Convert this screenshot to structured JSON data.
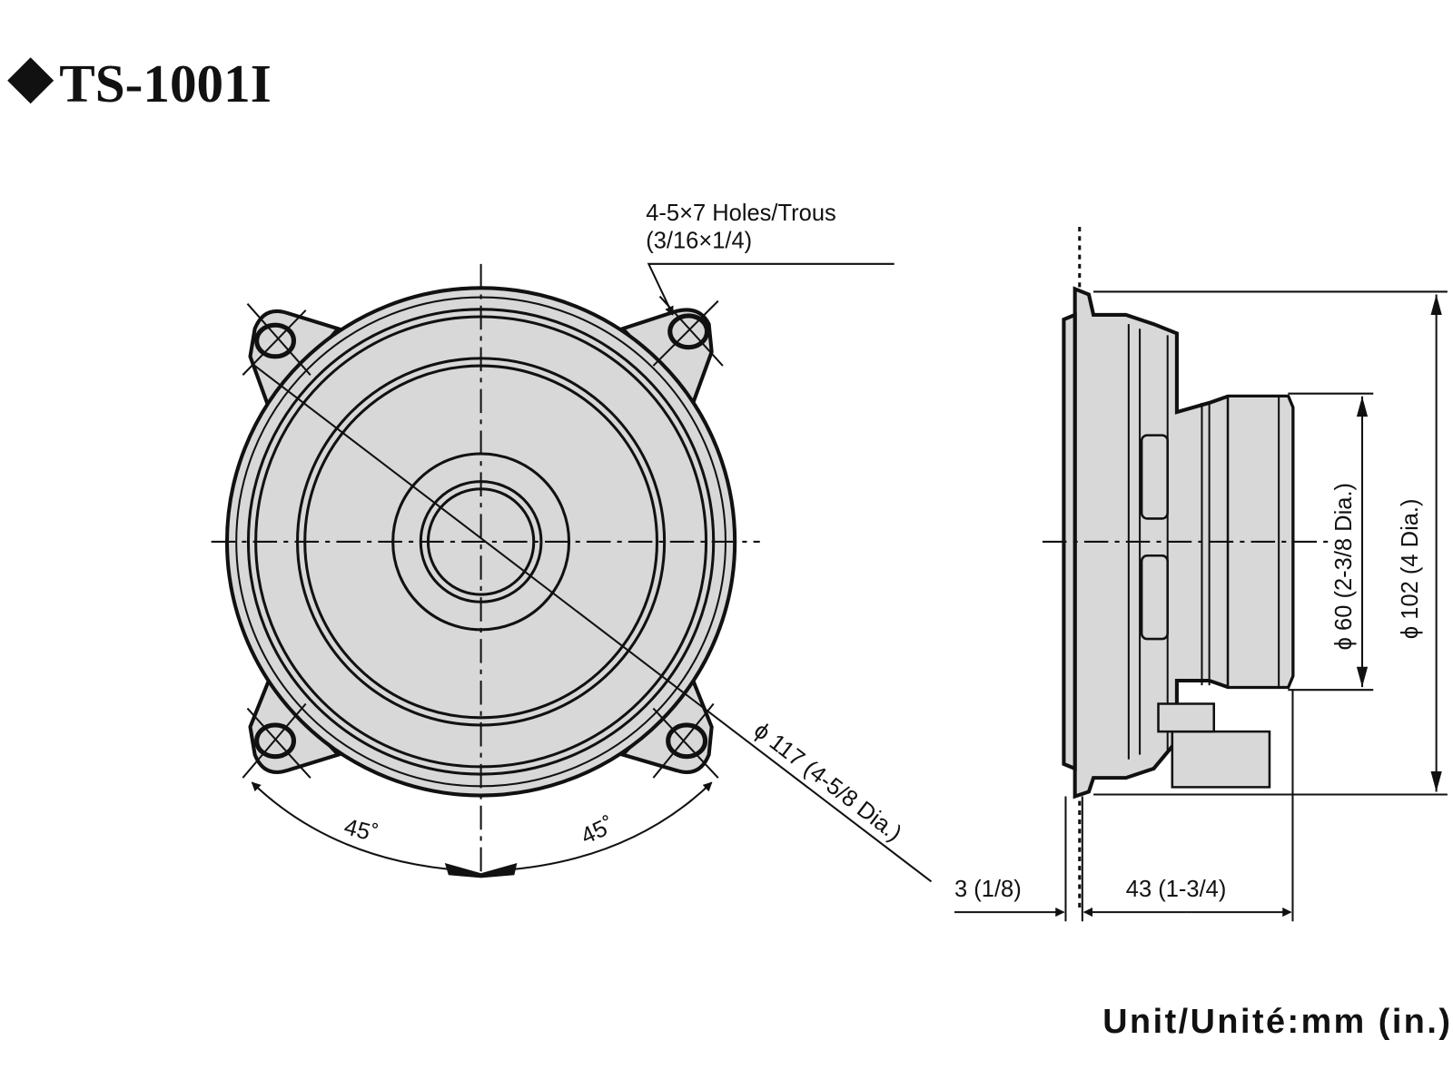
{
  "title": "TS-1001I",
  "front_view": {
    "holes_label": "4-5×7 Holes/Trous",
    "holes_label_in": "(3/16×1/4)",
    "diameter_label": "ϕ 117 (4-5/8 Dia.)",
    "angle_left": "45˚",
    "angle_right": "45˚"
  },
  "side_view": {
    "outer_diameter": "ϕ 102 (4 Dia.)",
    "magnet_diameter": "ϕ 60 (2-3/8 Dia.)",
    "flange_thickness": "3 (1/8)",
    "mounting_depth": "43 (1-3/4)"
  },
  "unit_note": "Unit/Unité:mm (in.)"
}
